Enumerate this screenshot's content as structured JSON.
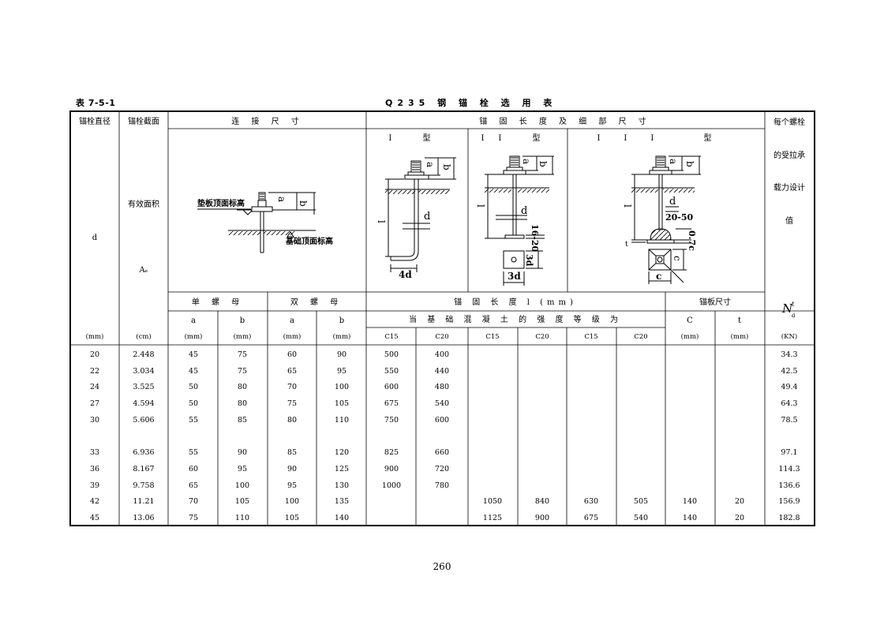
{
  "table_id": "表 7-5-1",
  "table_title": "Q235 钢 锚 栓 选 用 表",
  "page_number": "260",
  "headers": {
    "diameter": "锚栓直径",
    "section": "锚栓截面",
    "connection": "连 接 尺 寸",
    "anchorage": "锚 固 长 度 及 细 部 尺 寸",
    "capacity_lines": [
      "每个螺栓",
      "的受拉承",
      "载力设计",
      "值"
    ],
    "d_symbol": "d",
    "effective_area": "有效面积",
    "area_symbol": "Aₑ",
    "type_I": "I 型",
    "type_II": "II 型",
    "type_III": "III 型",
    "single_nut": "单 螺 母",
    "double_nut": "双 螺 母",
    "anchorage_length": "锚 固 长 度 l (mm)",
    "plate_size": "锚板尺寸",
    "concrete_grade": "当 基 础 混 凝 土 的 强 度 等 级 为",
    "a": "a",
    "b": "b",
    "c": "C",
    "t": "t",
    "unit_mm": "(mm)",
    "unit_cm": "(cm)",
    "unit_kn": "(KN)",
    "c15": "C15",
    "c20": "C20",
    "na_symbol": "N",
    "na_sup": "t",
    "na_sub": "a"
  },
  "diagram_labels": {
    "pad_top": "垫板顶面标高",
    "foundation_top": "基础顶面标高",
    "a": "a",
    "b": "b",
    "d": "d",
    "l": "l",
    "four_d": "4d",
    "three_d": "3d",
    "range_16_20": "16-20",
    "range_20_50": "20-50",
    "zero_seven_c": "0.7c",
    "c": "c",
    "t": "t"
  },
  "rows": [
    [
      "20",
      "2.448",
      "45",
      "75",
      "60",
      "90",
      "500",
      "400",
      "",
      "",
      "",
      "",
      "",
      "",
      "34.3"
    ],
    [
      "22",
      "3.034",
      "45",
      "75",
      "65",
      "95",
      "550",
      "440",
      "",
      "",
      "",
      "",
      "",
      "",
      "42.5"
    ],
    [
      "24",
      "3.525",
      "50",
      "80",
      "70",
      "100",
      "600",
      "480",
      "",
      "",
      "",
      "",
      "",
      "",
      "49.4"
    ],
    [
      "27",
      "4.594",
      "50",
      "80",
      "75",
      "105",
      "675",
      "540",
      "",
      "",
      "",
      "",
      "",
      "",
      "64.3"
    ],
    [
      "30",
      "5.606",
      "55",
      "85",
      "80",
      "110",
      "750",
      "600",
      "",
      "",
      "",
      "",
      "",
      "",
      "78.5"
    ],
    [
      "33",
      "6.936",
      "55",
      "90",
      "85",
      "120",
      "825",
      "660",
      "",
      "",
      "",
      "",
      "",
      "",
      "97.1"
    ],
    [
      "36",
      "8.167",
      "60",
      "95",
      "90",
      "125",
      "900",
      "720",
      "",
      "",
      "",
      "",
      "",
      "",
      "114.3"
    ],
    [
      "39",
      "9.758",
      "65",
      "100",
      "95",
      "130",
      "1000",
      "780",
      "",
      "",
      "",
      "",
      "",
      "",
      "136.6"
    ],
    [
      "42",
      "11.21",
      "70",
      "105",
      "100",
      "135",
      "",
      "",
      "1050",
      "840",
      "630",
      "505",
      "140",
      "20",
      "156.9"
    ],
    [
      "45",
      "13.06",
      "75",
      "110",
      "105",
      "140",
      "",
      "",
      "1125",
      "900",
      "675",
      "540",
      "140",
      "20",
      "182.8"
    ]
  ]
}
